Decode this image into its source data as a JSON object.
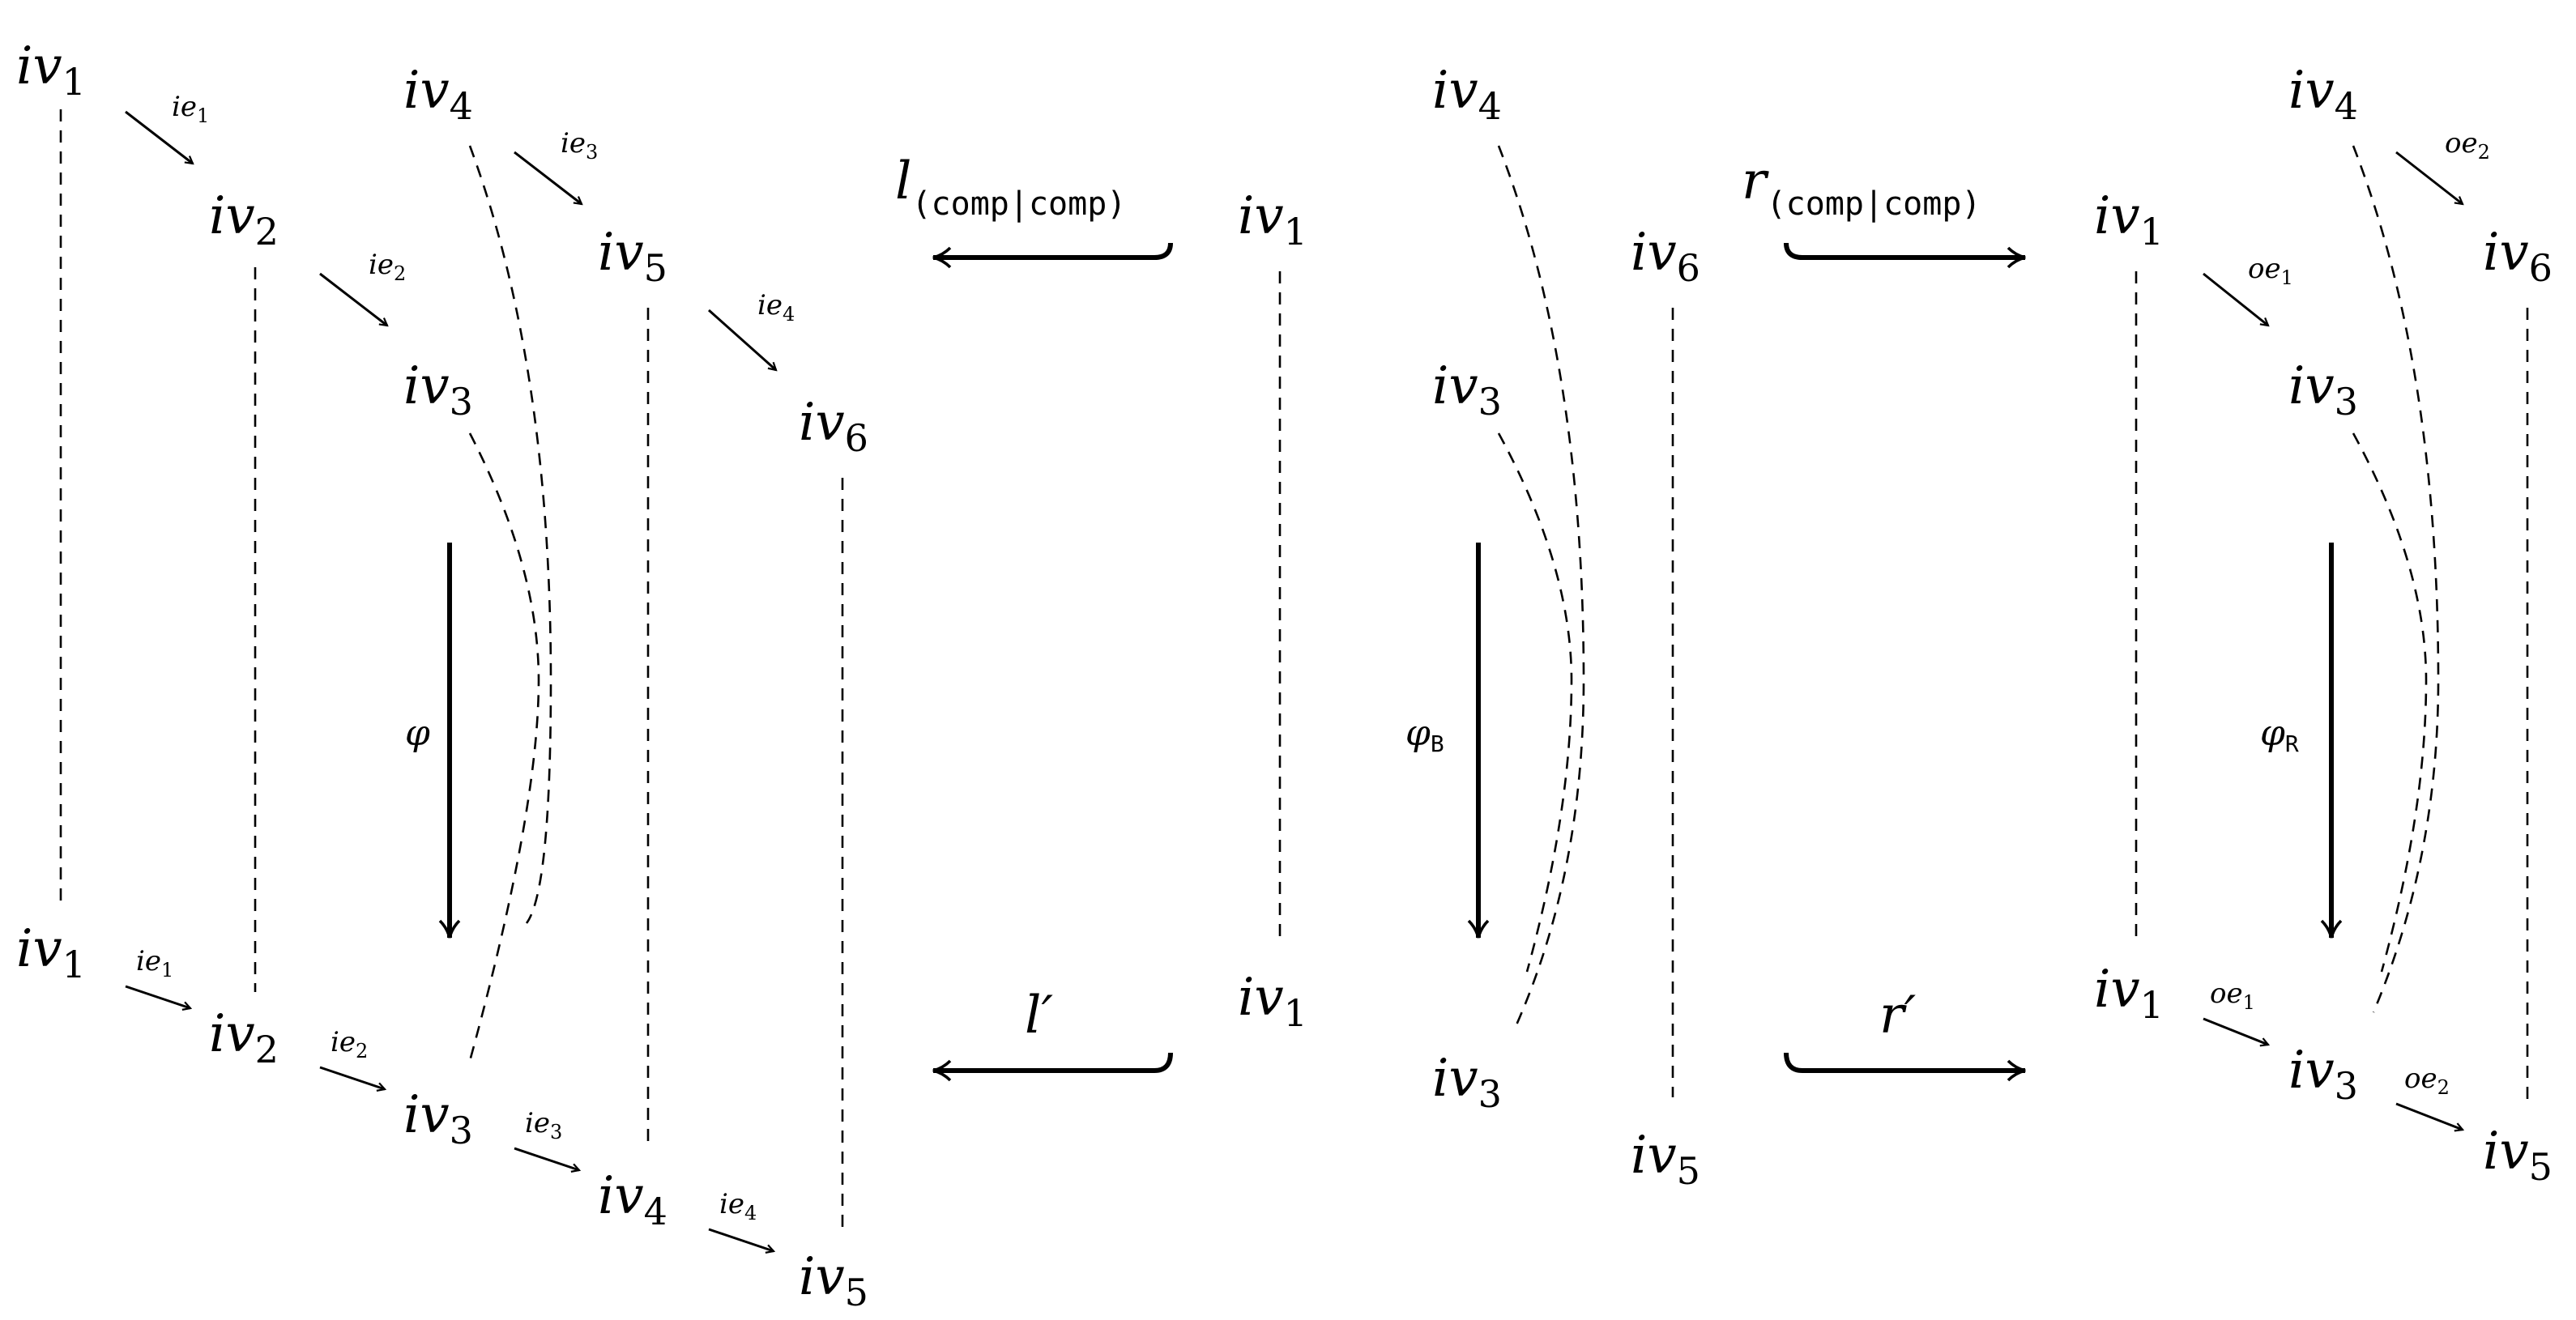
{
  "colors": {
    "ink": "#000000",
    "background": "#ffffff"
  },
  "nodes": {
    "iv": "iv",
    "s1": "1",
    "s2": "2",
    "s3": "3",
    "s4": "4",
    "s5": "5",
    "s6": "6"
  },
  "edges": {
    "ie": "ie",
    "oe": "oe",
    "s1": "1",
    "s2": "2",
    "s3": "3",
    "s4": "4"
  },
  "morphisms": {
    "l_top": "l",
    "l_top_sub": "(comp|comp)",
    "r_top": "r",
    "r_top_sub": "(comp|comp)",
    "l_bottom": "l′",
    "r_bottom": "r′",
    "phi": "φ",
    "phi_B": "φ",
    "phi_B_sub": "B",
    "phi_R": "φ",
    "phi_R_sub": "R"
  }
}
